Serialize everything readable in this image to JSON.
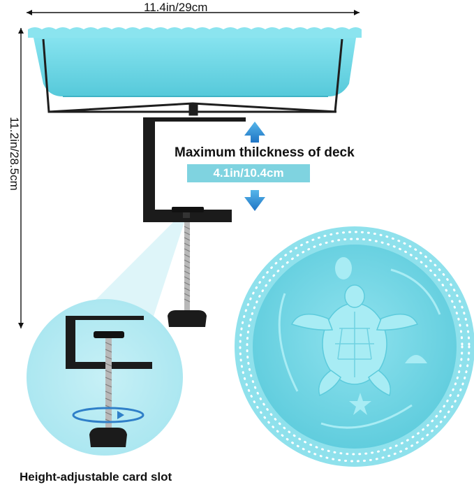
{
  "dimensions": {
    "width": "11.4in/29cm",
    "height": "11.2in/28.5cm"
  },
  "deck": {
    "title": "Maximum thilckness of deck",
    "value": "4.1in/10.4cm"
  },
  "caption": "Height-adjustable card slot",
  "colors": {
    "tray": "#72d8e6",
    "tray_dark": "#4fc3d6",
    "clamp": "#1b1b1b",
    "arrow": "#2f8fd1",
    "badge": "#7fd3e0"
  }
}
